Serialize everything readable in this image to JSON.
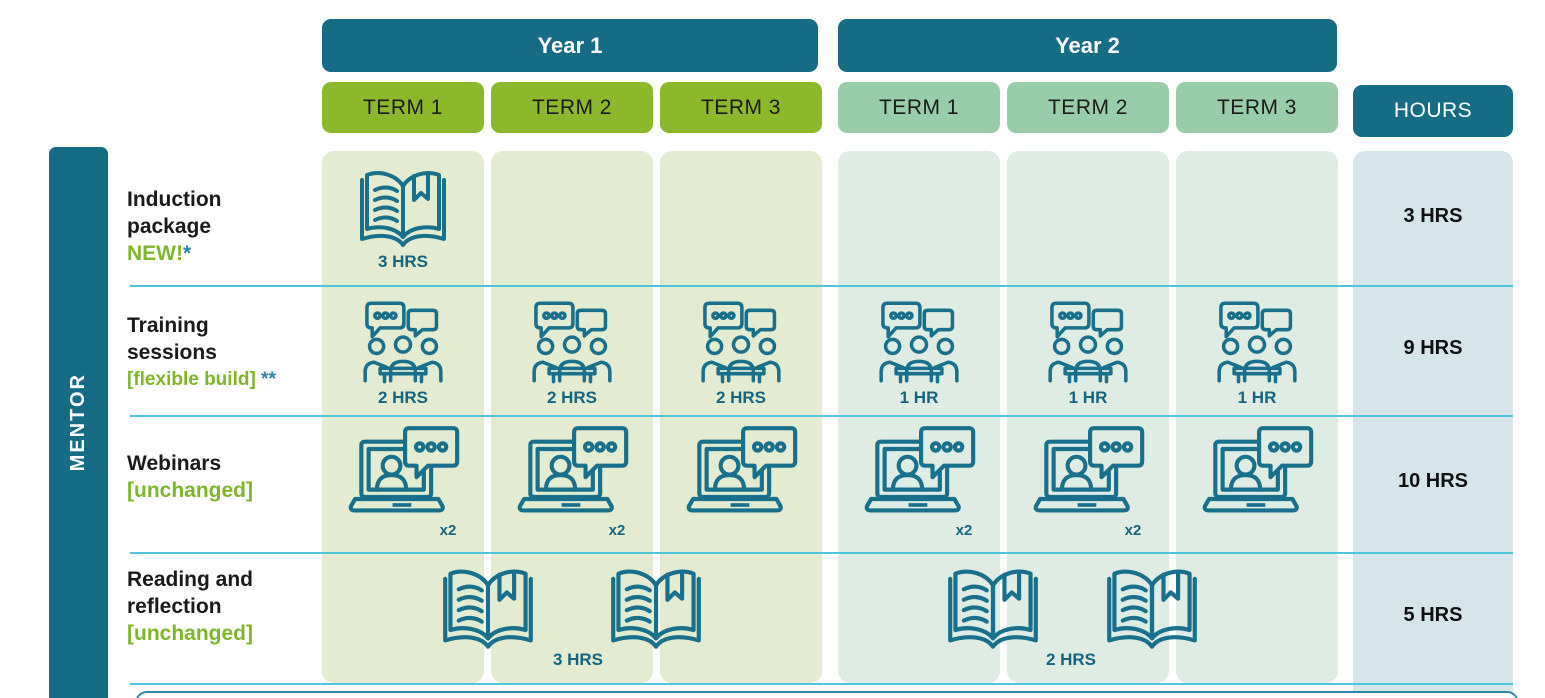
{
  "colors": {
    "teal": "#166b85",
    "term_green": "#8cb92c",
    "term_mint": "#99cda9",
    "column_green": "#e3ebd0",
    "column_mint": "#dfece3",
    "column_blue": "#d5e5ea",
    "divider_cyan": "#4fc4dd",
    "accent_green_text": "#7fb629",
    "icon_teal": "#19708d"
  },
  "left_rail": {
    "label": "MENTOR"
  },
  "headers": {
    "year1": "Year 1",
    "year2": "Year 2",
    "hours": "HOURS",
    "year1_terms": [
      "TERM 1",
      "TERM 2",
      "TERM 3"
    ],
    "year2_terms": [
      "TERM 1",
      "TERM 2",
      "TERM 3"
    ]
  },
  "rows": [
    {
      "title_line1": "Induction",
      "title_line2": "package",
      "tag": "NEW!",
      "tag_mark": "*",
      "cells": [
        {
          "icon": "open-book",
          "label": "3 HRS"
        },
        null,
        null,
        null,
        null,
        null
      ],
      "total": "3 HRS"
    },
    {
      "title_line1": "Training",
      "title_line2": "sessions",
      "tag": "[flexible build]",
      "tag_mark": " **",
      "cells": [
        {
          "icon": "group-discussion",
          "label": "2 HRS"
        },
        {
          "icon": "group-discussion",
          "label": "2 HRS"
        },
        {
          "icon": "group-discussion",
          "label": "2 HRS"
        },
        {
          "icon": "group-discussion",
          "label": "1 HR"
        },
        {
          "icon": "group-discussion",
          "label": "1 HR"
        },
        {
          "icon": "group-discussion",
          "label": "1 HR"
        }
      ],
      "total": "9 HRS"
    },
    {
      "title_line1": "Webinars",
      "tag": "[unchanged]",
      "cells": [
        {
          "icon": "webinar-laptop",
          "label": "x2"
        },
        {
          "icon": "webinar-laptop",
          "label": "x2"
        },
        {
          "icon": "webinar-laptop",
          "label": ""
        },
        {
          "icon": "webinar-laptop",
          "label": "x2"
        },
        {
          "icon": "webinar-laptop",
          "label": "x2"
        },
        {
          "icon": "webinar-laptop",
          "label": ""
        }
      ],
      "total": "10 HRS"
    },
    {
      "title_line1": "Reading and",
      "title_line2": "reflection",
      "tag": "[unchanged]",
      "icon": "open-book",
      "year1_label": "3 HRS",
      "year2_label": "2 HRS",
      "total": "5 HRS"
    }
  ]
}
